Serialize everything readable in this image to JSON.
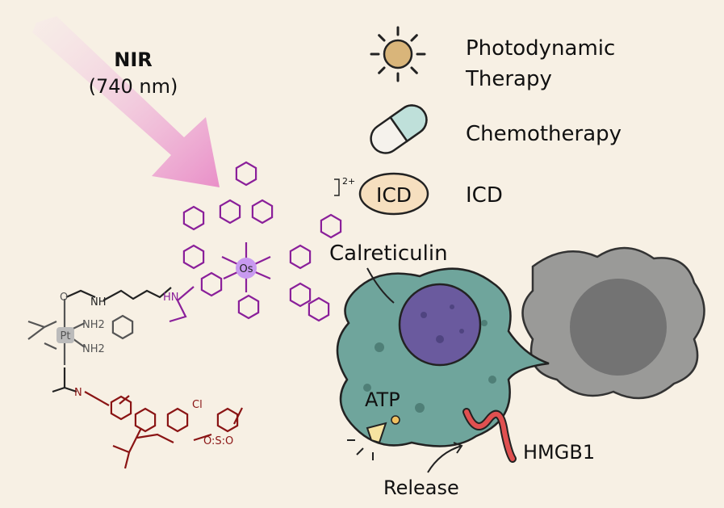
{
  "light": {
    "title": "NIR",
    "wavelength": "(740 nm)"
  },
  "legend": [
    {
      "icon": "sun-icon",
      "label_line1": "Photodynamic",
      "label_line2": "Therapy"
    },
    {
      "icon": "pill-icon",
      "label_line1": "Chemotherapy"
    },
    {
      "icon": "icd-badge",
      "badge": "ICD",
      "label_line1": "ICD"
    }
  ],
  "charge": "2+",
  "molecule": {
    "os": "Os",
    "pt": "Pt",
    "nh2_top": "NH2",
    "nh2_bottom": "NH2",
    "nh": "NH",
    "hn": "HN",
    "cl": "Cl",
    "so2": "O:S:O",
    "n": "N",
    "o": "O"
  },
  "cell_labels": {
    "calreticulin": "Calreticulin",
    "atp": "ATP",
    "hmgb1": "HMGB1",
    "release": "Release"
  },
  "colors": {
    "os_ligand": "#8a1f9a",
    "pt": "#555555",
    "drug": "#8a1414",
    "arrow": "#e98fc8",
    "cell": "#6fa59c",
    "nucleus": "#6a5a9e",
    "dead_cell": "#9a9a98"
  }
}
